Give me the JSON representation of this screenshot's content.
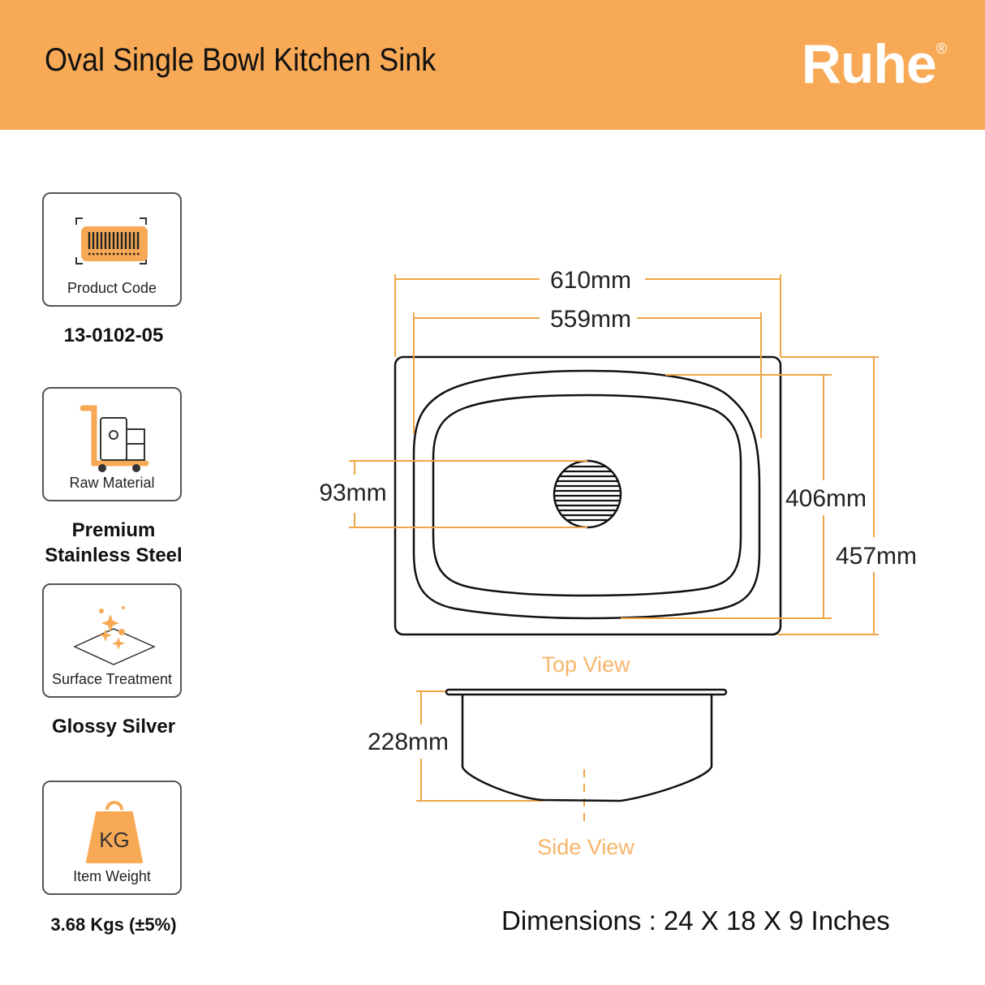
{
  "header": {
    "title": "Oval Single Bowl Kitchen Sink",
    "brand": "Ruhe",
    "brand_mark": "®"
  },
  "specs": [
    {
      "label": "Product Code",
      "value": "13-0102-05",
      "icon": "barcode-icon"
    },
    {
      "label": "Raw Material",
      "value_line1": "Premium",
      "value_line2": "Stainless Steel",
      "icon": "trolley-icon"
    },
    {
      "label": "Surface Treatment",
      "value": "Glossy Silver",
      "icon": "sparkle-icon"
    },
    {
      "label": "Item Weight",
      "value": "3.68 Kgs (±5%)",
      "icon": "weight-icon",
      "icon_text": "KG"
    }
  ],
  "diagram": {
    "top_view_label": "Top View",
    "side_view_label": "Side View",
    "dims": {
      "overall_width": "610mm",
      "bowl_width": "559mm",
      "drain": "93mm",
      "bowl_length": "406mm",
      "overall_length": "457mm",
      "depth": "228mm"
    }
  },
  "footer": {
    "dimensions": "Dimensions : 24 X 18 X 9 Inches"
  },
  "colors": {
    "accent": "#F7A955",
    "dim_line": "#F0A548",
    "view_label": "#F7B56B"
  }
}
